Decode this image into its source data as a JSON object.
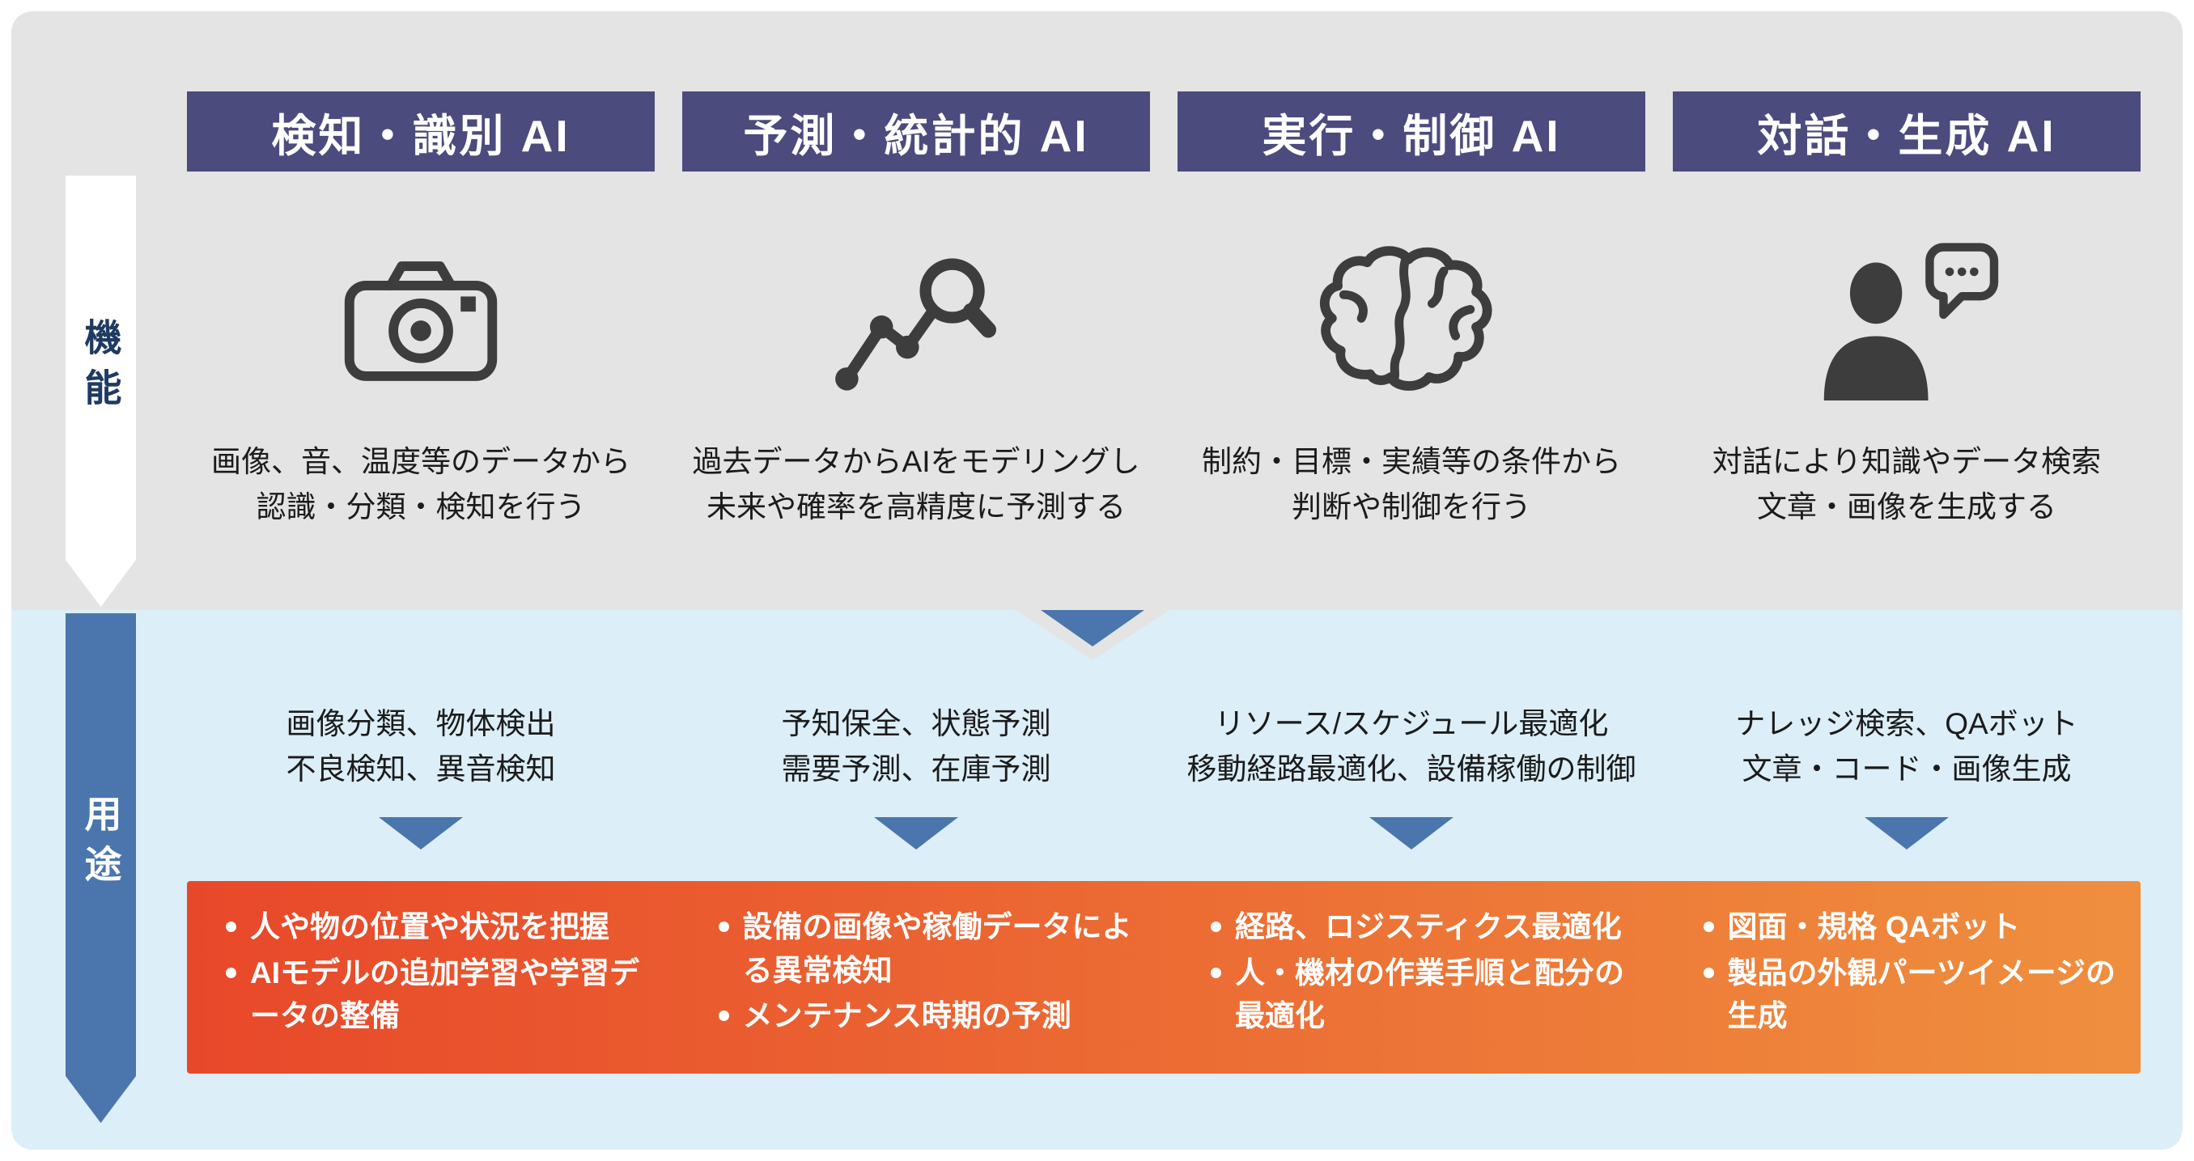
{
  "side_labels": {
    "function": "機能",
    "usage": "用途"
  },
  "colors": {
    "header_bg": "#4c4b7e",
    "panel_top_bg": "#e4e4e4",
    "panel_bottom_bg": "#dceef7",
    "accent_blue": "#4a76ad",
    "banner_left": "#e8482a",
    "banner_right": "#ef8f3e",
    "icon": "#3d3d3d",
    "function_label_text": "#1f3b63",
    "body_text": "#1b1b1b"
  },
  "columns": [
    {
      "header": "検知・識別 AI",
      "icon": "camera-icon",
      "description": [
        "画像、音、温度等のデータから",
        "認識・分類・検知を行う"
      ],
      "use_cases": [
        "画像分類、物体検出",
        "不良検知、異音検知"
      ],
      "applications": [
        "人や物の位置や状況を把握",
        "AIモデルの追加学習や学習データの整備"
      ]
    },
    {
      "header": "予測・統計的 AI",
      "icon": "trend-magnifier-icon",
      "description": [
        "過去データからAIをモデリングし",
        "未来や確率を高精度に予測する"
      ],
      "use_cases": [
        "予知保全、状態予測",
        "需要予測、在庫予測"
      ],
      "applications": [
        "設備の画像や稼働データによる異常検知",
        "メンテナンス時期の予測"
      ]
    },
    {
      "header": "実行・制御 AI",
      "icon": "brain-icon",
      "description": [
        "制約・目標・実績等の条件から",
        "判断や制御を行う"
      ],
      "use_cases": [
        "リソース/スケジュール最適化",
        "移動経路最適化、設備稼働の制御"
      ],
      "applications": [
        "経路、ロジスティクス最適化",
        "人・機材の作業手順と配分の最適化"
      ]
    },
    {
      "header": "対話・生成 AI",
      "icon": "person-chat-icon",
      "description": [
        "対話により知識やデータ検索",
        "文章・画像を生成する"
      ],
      "use_cases": [
        "ナレッジ検索、QAボット",
        "文章・コード・画像生成"
      ],
      "applications": [
        "図面・規格 QAボット",
        "製品の外観パーツイメージの生成"
      ]
    }
  ]
}
